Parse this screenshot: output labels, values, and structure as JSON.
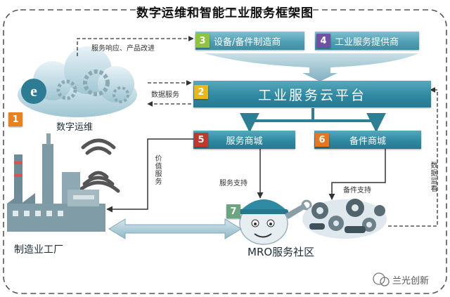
{
  "title": "数字运维和智能工业服务框架图",
  "nodes": {
    "n1": {
      "num": "1",
      "label": "数字运维"
    },
    "n2": {
      "num": "2",
      "label": "工业服务云平台"
    },
    "n3": {
      "num": "3",
      "label": "设备/备件制造商"
    },
    "n4": {
      "num": "4",
      "label": "工业服务提供商"
    },
    "n5": {
      "num": "5",
      "label": "服务商城"
    },
    "n6": {
      "num": "6",
      "label": "备件商城"
    },
    "n7": {
      "num": "7",
      "label": "MRO服务社区"
    },
    "factory": {
      "label": "制造业工厂"
    }
  },
  "edges": {
    "service_feedback": "服务响应、产品改进",
    "data_service": "数据服务",
    "value_service": "价值服务",
    "service_support": "服务支持",
    "parts_support": "备件支持",
    "data_monitoring": "数据监看"
  },
  "watermark": "兰光创新",
  "colors": {
    "bar": "#2f8aa3",
    "badge1": "#e8821e",
    "badge2": "#e5b81f",
    "badge3": "#8cc63f",
    "badge4": "#6f52a3",
    "badge5": "#c0392b",
    "badge6": "#e8761e",
    "badge7": "#6aa57f",
    "frame": "#555555"
  }
}
